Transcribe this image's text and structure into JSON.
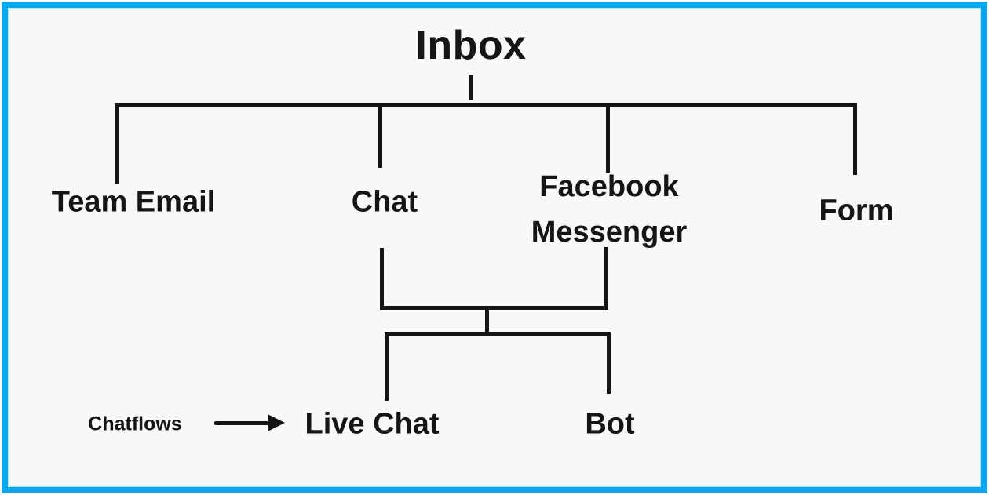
{
  "diagram": {
    "root": {
      "label": "Inbox"
    },
    "channels": [
      {
        "id": "team-email",
        "label": "Team Email"
      },
      {
        "id": "chat",
        "label": "Chat"
      },
      {
        "id": "facebook-messenger",
        "label": "Facebook Messenger",
        "lines": [
          "Facebook",
          "Messenger"
        ]
      },
      {
        "id": "form",
        "label": "Form"
      }
    ],
    "chat_children": [
      {
        "id": "live-chat",
        "label": "Live Chat"
      },
      {
        "id": "bot",
        "label": "Bot"
      }
    ],
    "annotation": {
      "label": "Chatflows",
      "icon": "right-arrow"
    }
  },
  "colors": {
    "frame": "#0aa5ef",
    "frame_inner": "#b9e7fa",
    "background": "#f7f8f7",
    "ink": "#151515"
  }
}
